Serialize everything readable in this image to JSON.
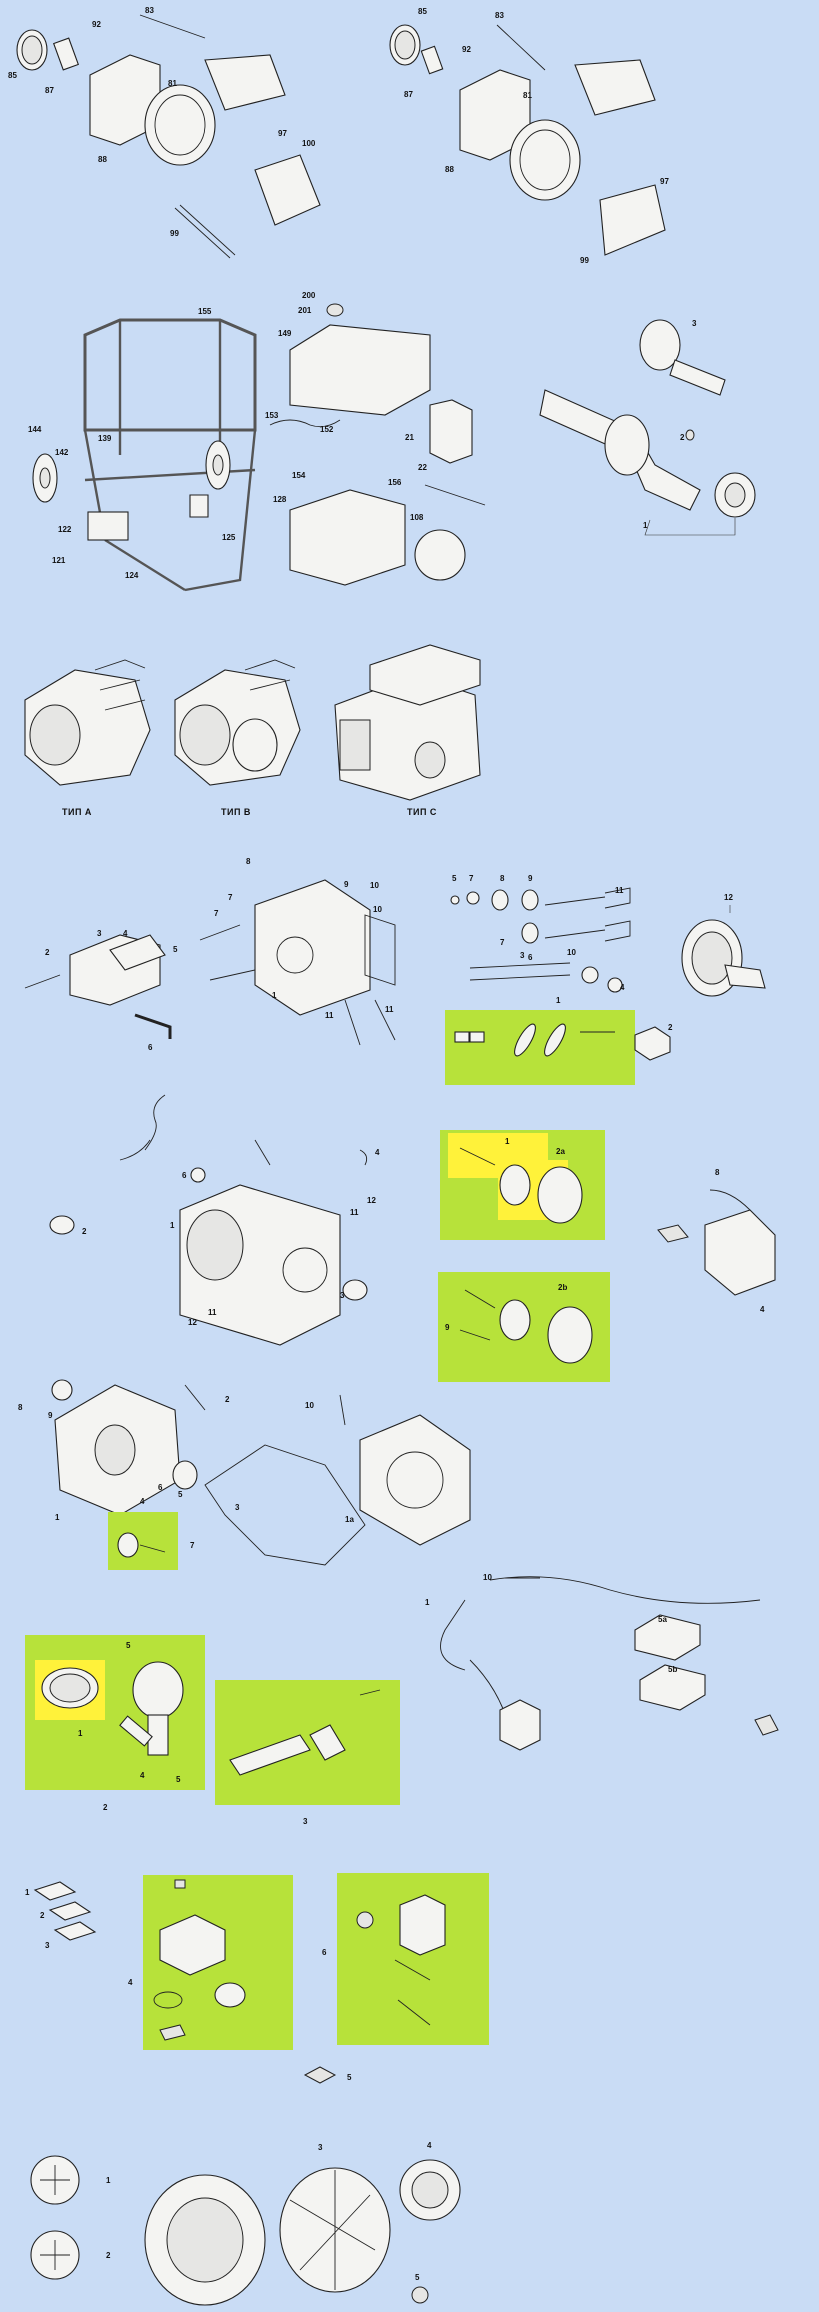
{
  "panels": {
    "alternator_left": {
      "labels": [
        "85",
        "92",
        "83",
        "87",
        "81",
        "88",
        "97",
        "100",
        "99"
      ]
    },
    "alternator_right": {
      "labels": [
        "85",
        "92",
        "83",
        "87",
        "81",
        "88",
        "97",
        "99"
      ]
    },
    "frame": {
      "labels": [
        "155",
        "144",
        "142",
        "139",
        "122",
        "121",
        "124",
        "125",
        "128"
      ]
    },
    "fuel_tank": {
      "labels": [
        "200",
        "201",
        "149",
        "153",
        "152",
        "154",
        "21",
        "22",
        "156",
        "108"
      ]
    },
    "crankshaft": {
      "labels": [
        "3",
        "2",
        "1"
      ]
    },
    "engine_types": {
      "type_a": "ТИП A",
      "type_b": "ТИП B",
      "type_c": "ТИП C"
    },
    "cylinder_head": {
      "labels": [
        "8",
        "9",
        "10",
        "10",
        "7",
        "7",
        "5",
        "4",
        "3",
        "2",
        "1",
        "6",
        "11",
        "11"
      ]
    },
    "valves": {
      "labels": [
        "5",
        "7",
        "8",
        "9",
        "11",
        "7",
        "6",
        "10",
        "4",
        "3",
        "1",
        "2",
        "12"
      ]
    },
    "crankcase": {
      "labels": [
        "4",
        "6",
        "1",
        "12",
        "11",
        "11",
        "12",
        "3",
        "2"
      ]
    },
    "starter": {
      "labels": [
        "1",
        "2a",
        "2b",
        "9",
        "8",
        "4"
      ]
    },
    "side_cover": {
      "labels": [
        "8",
        "9",
        "2",
        "10",
        "6",
        "5",
        "3",
        "4",
        "1",
        "7",
        "1a"
      ]
    },
    "ignition": {
      "labels": [
        "1",
        "10",
        "5a",
        "5b"
      ]
    },
    "piston": {
      "labels": [
        "5",
        "1",
        "4",
        "5",
        "2",
        "3"
      ]
    },
    "carburetor": {
      "labels": [
        "1",
        "2",
        "3",
        "4",
        "5",
        "6"
      ]
    },
    "flywheel": {
      "labels": [
        "1",
        "2",
        "3",
        "4",
        "5"
      ]
    }
  },
  "colors": {
    "background": "#c9dcf5",
    "highlight_green": "#b7e23a",
    "highlight_yellow": "#fff23a",
    "line": "#222222"
  }
}
